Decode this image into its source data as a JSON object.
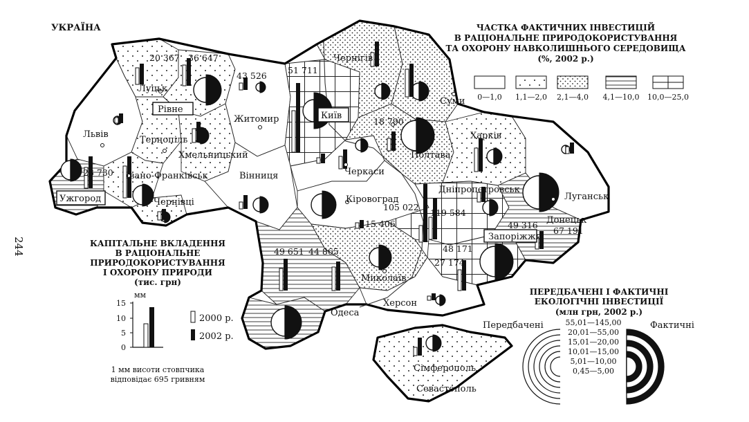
{
  "page": {
    "country_title": "УКРАЇНА",
    "page_number": "244"
  },
  "legend_share": {
    "title_lines": [
      "ЧАСТКА ФАКТИЧНИХ ІНВЕСТИЦІЙ",
      "В РАЦІОНАЛЬНЕ ПРИРОДОКОРИСТУВАННЯ",
      "ТА ОХОРОНУ НАВКОЛИШНЬОГО СЕРЕДОВИЩА"
    ],
    "unit": "(%, 2002 р.)",
    "classes": [
      {
        "label": "0—1,0",
        "pattern": "blank"
      },
      {
        "label": "1,1—2,0",
        "pattern": "sparse-dots"
      },
      {
        "label": "2,1—4,0",
        "pattern": "dense-dots"
      },
      {
        "label": "4,1—10,0",
        "pattern": "horizontal-lines"
      },
      {
        "label": "10,0—25,0",
        "pattern": "grid"
      }
    ]
  },
  "legend_capital": {
    "title_lines": [
      "КАПІТАЛЬНЕ ВКЛАДЕННЯ",
      "В РАЦІОНАЛЬНЕ",
      "ПРИРОДОКОРИСТУВАННЯ",
      "І ОХОРОНУ ПРИРОДИ"
    ],
    "unit": "(тис. грн)",
    "axis_unit": "мм",
    "axis_ticks": [
      "15",
      "10",
      "5",
      "0"
    ],
    "series": [
      {
        "name": "2000 р."
      },
      {
        "name": "2002 р."
      }
    ],
    "note_lines": [
      "1 мм висоти стовпчика",
      "відповідає 695 гривням"
    ]
  },
  "legend_eco": {
    "title_lines": [
      "ПЕРЕДБАЧЕНІ І ФАКТИЧНІ",
      "ЕКОЛОГІЧНІ ІНВЕСТИЦІЇ"
    ],
    "unit": "(млн грн, 2002 р.)",
    "left_label": "Передбачені",
    "right_label": "Фактичні",
    "classes": [
      "55,01—145,00",
      "20,01—55,00",
      "15,01—20,00",
      "10,01—15,00",
      "5,01—10,00",
      "0,45—5,00"
    ]
  },
  "regions": [
    {
      "name": "Луцьк",
      "capital_value": "20 367"
    },
    {
      "name": "Рівне",
      "capital_value": "36 647"
    },
    {
      "name": "Житомир",
      "capital_value": "43 526"
    },
    {
      "name": "Київ",
      "capital_value": "51 711"
    },
    {
      "name": "Чернігів",
      "capital_value": ""
    },
    {
      "name": "Суми",
      "capital_value": ""
    },
    {
      "name": "Львів",
      "capital_value": ""
    },
    {
      "name": "Тернопіль",
      "capital_value": ""
    },
    {
      "name": "Хмельницький",
      "capital_value": ""
    },
    {
      "name": "Ужгород",
      "capital_value": "23 730"
    },
    {
      "name": "Івано-Франківськ",
      "capital_value": ""
    },
    {
      "name": "Чернівці",
      "capital_value": ""
    },
    {
      "name": "Вінниця",
      "capital_value": ""
    },
    {
      "name": "Черкаси",
      "capital_value": "18 790"
    },
    {
      "name": "Полтава",
      "capital_value": ""
    },
    {
      "name": "Харків",
      "capital_value": ""
    },
    {
      "name": "Кіровоград",
      "capital_value": "15 406"
    },
    {
      "name": "Дніпропетровськ",
      "capital_value": "105 022"
    },
    {
      "name": "Луганськ",
      "capital_value": ""
    },
    {
      "name": "Донецьк",
      "capital_value": "67 191"
    },
    {
      "name": "Запоріжжя",
      "capital_value": "119 584"
    },
    {
      "name": "Одеса",
      "capital_value": "49 651"
    },
    {
      "name": "Миколаїв",
      "capital_value": "44 865"
    },
    {
      "name": "Херсон",
      "capital_value": "27 174"
    },
    {
      "name": "Сімферополь",
      "capital_value": ""
    },
    {
      "name": "Севастополь",
      "capital_value": ""
    }
  ],
  "extra_values": {
    "zaporizhzhia_b": "48 171",
    "donetsk_b": "49 316"
  },
  "colors": {
    "ink": "#111111",
    "paper": "#ffffff"
  }
}
